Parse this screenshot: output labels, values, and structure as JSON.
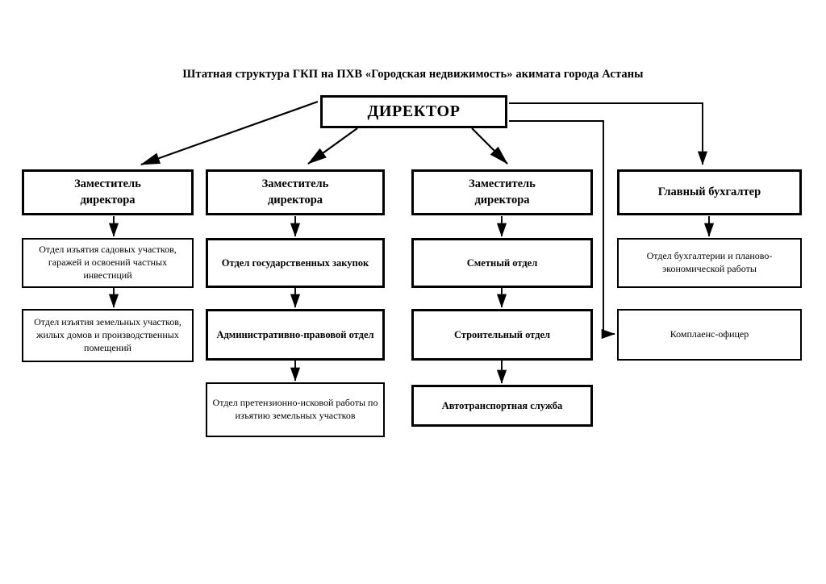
{
  "page": {
    "title": "Штатная структура  ГКП на ПХВ «Городская недвижимость» акимата города Астаны",
    "background_color": "#ffffff",
    "line_color": "#000000",
    "box_border_color": "#000000"
  },
  "org_chart": {
    "type": "organizational-chart",
    "root": {
      "id": "director",
      "label": "ДИРЕКТОР"
    },
    "columns": [
      {
        "id": "column-1",
        "head": {
          "id": "deputy-1",
          "label": "Заместитель\nдиректора"
        },
        "units": [
          {
            "id": "unit-1-1",
            "label": "Отдел изъятия садовых участков, гаражей и освоений частных инвестиций"
          },
          {
            "id": "unit-1-2",
            "label": "Отдел изъятия земельных участков, жилых домов и производственных помещений"
          }
        ]
      },
      {
        "id": "column-2",
        "head": {
          "id": "deputy-2",
          "label": "Заместитель\nдиректора"
        },
        "units": [
          {
            "id": "unit-2-1",
            "label": "Отдел государственных закупок"
          },
          {
            "id": "unit-2-2",
            "label": "Административно-правовой отдел"
          },
          {
            "id": "unit-2-3",
            "label": "Отдел претензионно-исковой работы по изъятию земельных участков"
          }
        ]
      },
      {
        "id": "column-3",
        "head": {
          "id": "deputy-3",
          "label": "Заместитель\nдиректора"
        },
        "units": [
          {
            "id": "unit-3-1",
            "label": "Сметный отдел"
          },
          {
            "id": "unit-3-2",
            "label": "Строительный отдел"
          },
          {
            "id": "unit-3-3",
            "label": "Автотранспортная служба"
          }
        ]
      },
      {
        "id": "column-4",
        "head": {
          "id": "chief-accountant",
          "label": "Главный бухгалтер"
        },
        "units": [
          {
            "id": "unit-4-1",
            "label": "Отдел бухгалтерии и планово-экономической работы"
          },
          {
            "id": "unit-4-2",
            "label": "Комплаенс-офицер"
          }
        ]
      }
    ],
    "connections": [
      {
        "from": "director",
        "to": "deputy-1",
        "style": "diagonal-arrow"
      },
      {
        "from": "director",
        "to": "deputy-2",
        "style": "diagonal-arrow"
      },
      {
        "from": "director",
        "to": "deputy-3",
        "style": "diagonal-arrow"
      },
      {
        "from": "director",
        "to": "chief-accountant",
        "style": "orthogonal-arrow"
      },
      {
        "from": "director",
        "to": "unit-4-2",
        "style": "orthogonal-arrow"
      },
      {
        "from": "deputy-1",
        "to": "unit-1-1",
        "style": "vertical-arrow"
      },
      {
        "from": "unit-1-1",
        "to": "unit-1-2",
        "style": "vertical-arrow"
      },
      {
        "from": "deputy-2",
        "to": "unit-2-1",
        "style": "vertical-arrow"
      },
      {
        "from": "unit-2-1",
        "to": "unit-2-2",
        "style": "vertical-arrow"
      },
      {
        "from": "unit-2-2",
        "to": "unit-2-3",
        "style": "vertical-arrow"
      },
      {
        "from": "deputy-3",
        "to": "unit-3-1",
        "style": "vertical-arrow"
      },
      {
        "from": "unit-3-1",
        "to": "unit-3-2",
        "style": "vertical-arrow"
      },
      {
        "from": "unit-3-2",
        "to": "unit-3-3",
        "style": "vertical-arrow"
      },
      {
        "from": "chief-accountant",
        "to": "unit-4-1",
        "style": "vertical-arrow"
      }
    ]
  }
}
